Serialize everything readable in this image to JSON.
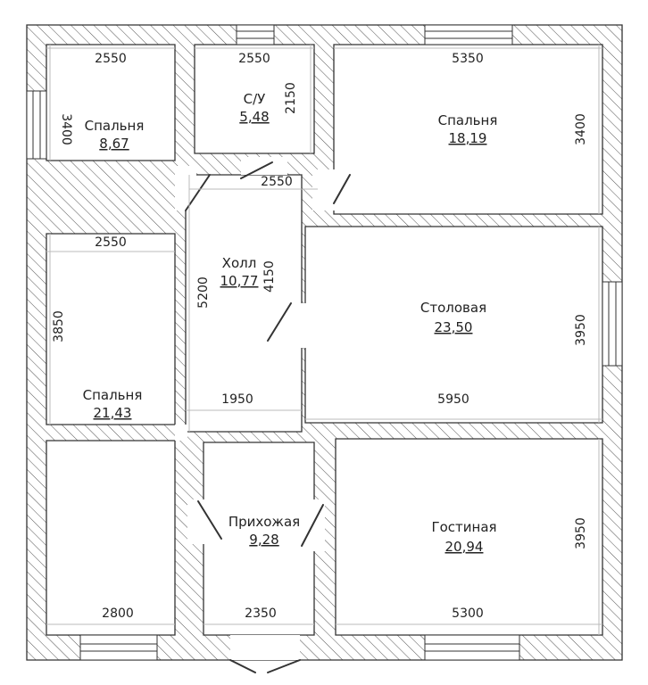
{
  "colors": {
    "wall_stroke": "#333333",
    "hatch": "#555555",
    "dim_line": "#bbbbbb",
    "text": "#222222"
  },
  "rooms": [
    {
      "name": "Спальня",
      "area": "8,67"
    },
    {
      "name": "С/У",
      "area": "5,48"
    },
    {
      "name": "Спальня",
      "area": "18,19"
    },
    {
      "name": "Холл",
      "area": "10,77"
    },
    {
      "name": "Столовая",
      "area": "23,50"
    },
    {
      "name": "Спальня",
      "area": "21,43"
    },
    {
      "name": "Прихожая",
      "area": "9,28"
    },
    {
      "name": "Гостиная",
      "area": "20,94"
    }
  ],
  "dimensions": [
    "2550",
    "2550",
    "5350",
    "3400",
    "2150",
    "3400",
    "2550",
    "2550",
    "5200",
    "4150",
    "3850",
    "3950",
    "1950",
    "5950",
    "2800",
    "2350",
    "5300",
    "3950"
  ]
}
